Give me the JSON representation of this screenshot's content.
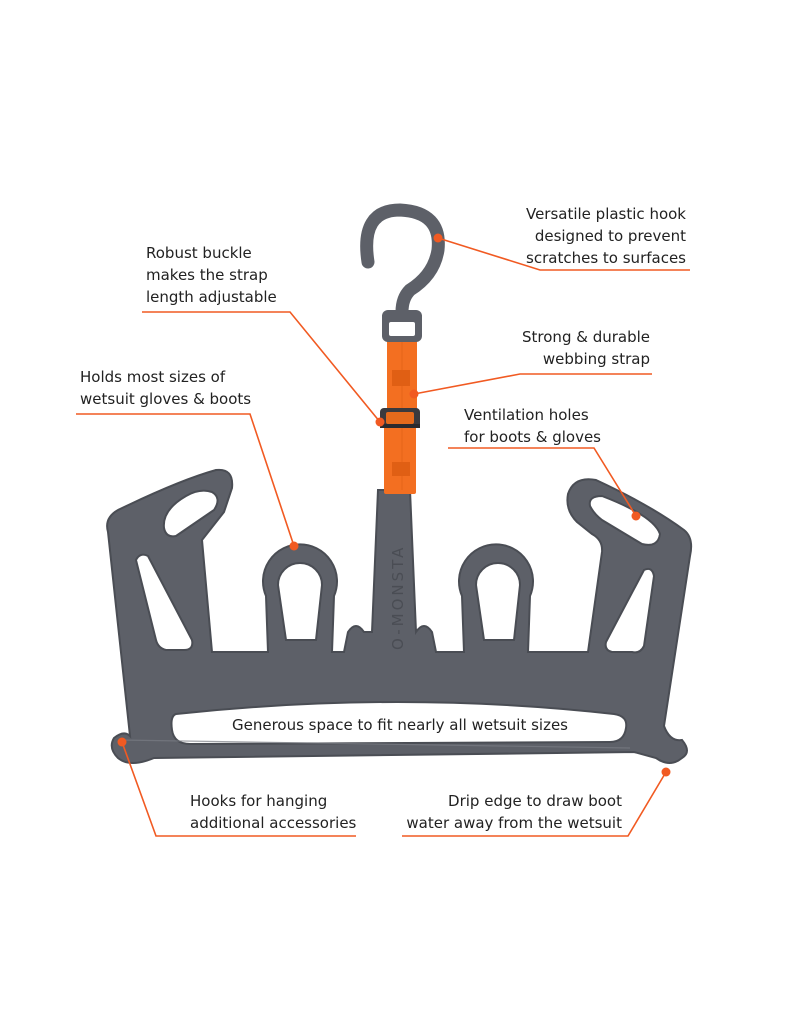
{
  "colors": {
    "accent": "#f15a22",
    "hanger": "#5d6068",
    "hanger_edge": "#4a4d54",
    "strap": "#f36f21",
    "text": "#222222"
  },
  "product": {
    "brand_mark": "O-MONSTA"
  },
  "annotations": {
    "hook": [
      "Versatile plastic hook",
      "designed to prevent",
      "scratches to surfaces"
    ],
    "buckle": [
      "Robust buckle",
      "makes the strap",
      "length adjustable"
    ],
    "strap": [
      "Strong & durable",
      "webbing strap"
    ],
    "gloves_boots": [
      "Holds most sizes of",
      "wetsuit gloves & boots"
    ],
    "ventilation": [
      "Ventilation holes",
      "for boots & gloves"
    ],
    "space": "Generous space to fit nearly all wetsuit sizes",
    "hooks_accessories": [
      "Hooks for hanging",
      "additional accessories"
    ],
    "drip_edge": [
      "Drip edge to draw boot",
      "water away from the wetsuit"
    ]
  }
}
